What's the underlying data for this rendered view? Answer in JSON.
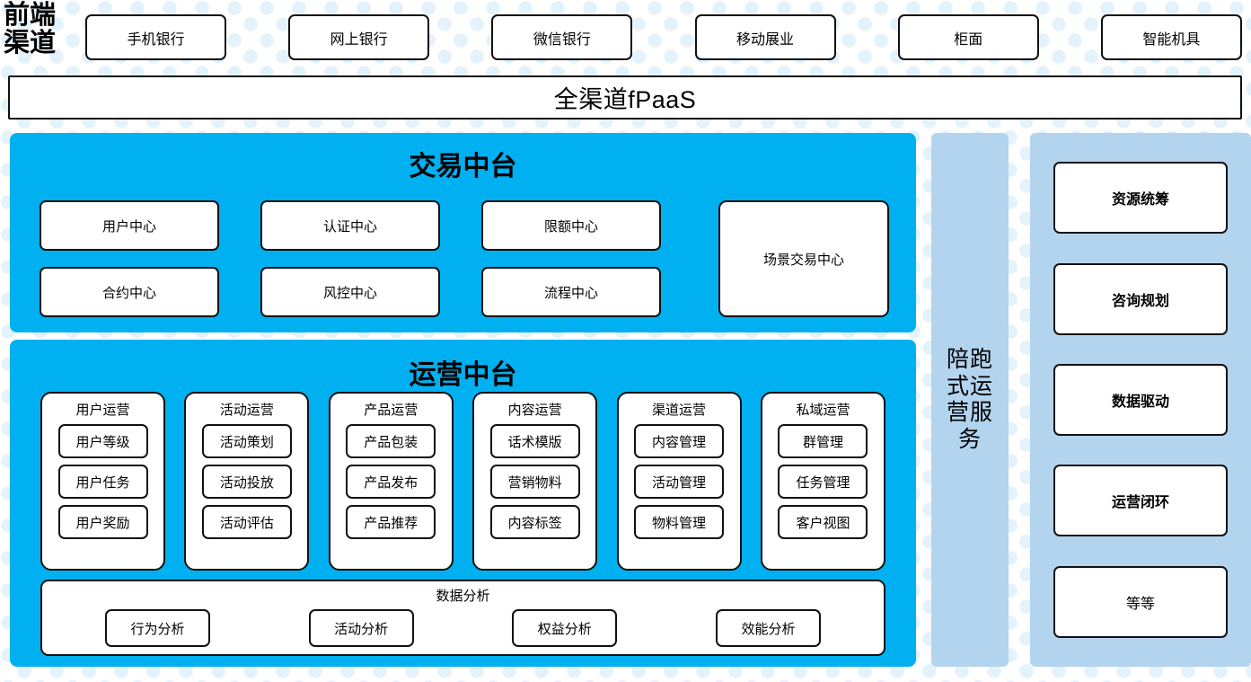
{
  "front_channel": {
    "label": "前端\n渠道",
    "channels": [
      {
        "label": "手机银行"
      },
      {
        "label": "网上银行"
      },
      {
        "label": "微信银行"
      },
      {
        "label": "移动展业"
      },
      {
        "label": "柜面"
      },
      {
        "label": "智能机具"
      }
    ]
  },
  "fpaas": {
    "label": "全渠道fPaaS"
  },
  "trade_center": {
    "title": "交易中台",
    "accent_color": "#00b0f0",
    "row1": [
      {
        "label": "用户中心"
      },
      {
        "label": "认证中心"
      },
      {
        "label": "限额中心"
      }
    ],
    "row2": [
      {
        "label": "合约中心"
      },
      {
        "label": "风控中心"
      },
      {
        "label": "流程中心"
      }
    ],
    "scene": {
      "label": "场景交易中心"
    }
  },
  "ops_center": {
    "title": "运营中台",
    "accent_color": "#00b0f0",
    "columns": [
      {
        "title": "用户运营",
        "items": [
          {
            "label": "用户等级"
          },
          {
            "label": "用户任务"
          },
          {
            "label": "用户奖励"
          }
        ]
      },
      {
        "title": "活动运营",
        "items": [
          {
            "label": "活动策划"
          },
          {
            "label": "活动投放"
          },
          {
            "label": "活动评估"
          }
        ]
      },
      {
        "title": "产品运营",
        "items": [
          {
            "label": "产品包装"
          },
          {
            "label": "产品发布"
          },
          {
            "label": "产品推荐"
          }
        ]
      },
      {
        "title": "内容运营",
        "items": [
          {
            "label": "话术模版"
          },
          {
            "label": "营销物料"
          },
          {
            "label": "内容标签"
          }
        ]
      },
      {
        "title": "渠道运营",
        "items": [
          {
            "label": "内容管理"
          },
          {
            "label": "活动管理"
          },
          {
            "label": "物料管理"
          }
        ]
      },
      {
        "title": "私域运营",
        "items": [
          {
            "label": "群管理"
          },
          {
            "label": "任务管理"
          },
          {
            "label": "客户视图"
          }
        ]
      }
    ],
    "analytics": {
      "title": "数据分析",
      "items": [
        {
          "label": "行为分析"
        },
        {
          "label": "活动分析"
        },
        {
          "label": "权益分析"
        },
        {
          "label": "效能分析"
        }
      ]
    }
  },
  "service_panel": {
    "label": "陪跑式运营服务",
    "background_color": "#b3d4ef"
  },
  "capability_panel": {
    "background_color": "#b3d4ef",
    "items": [
      {
        "label": "资源统筹",
        "bold": true
      },
      {
        "label": "咨询规划",
        "bold": true
      },
      {
        "label": "数据驱动",
        "bold": true
      },
      {
        "label": "运营闭环",
        "bold": true
      },
      {
        "label": "等等",
        "bold": false
      }
    ]
  }
}
